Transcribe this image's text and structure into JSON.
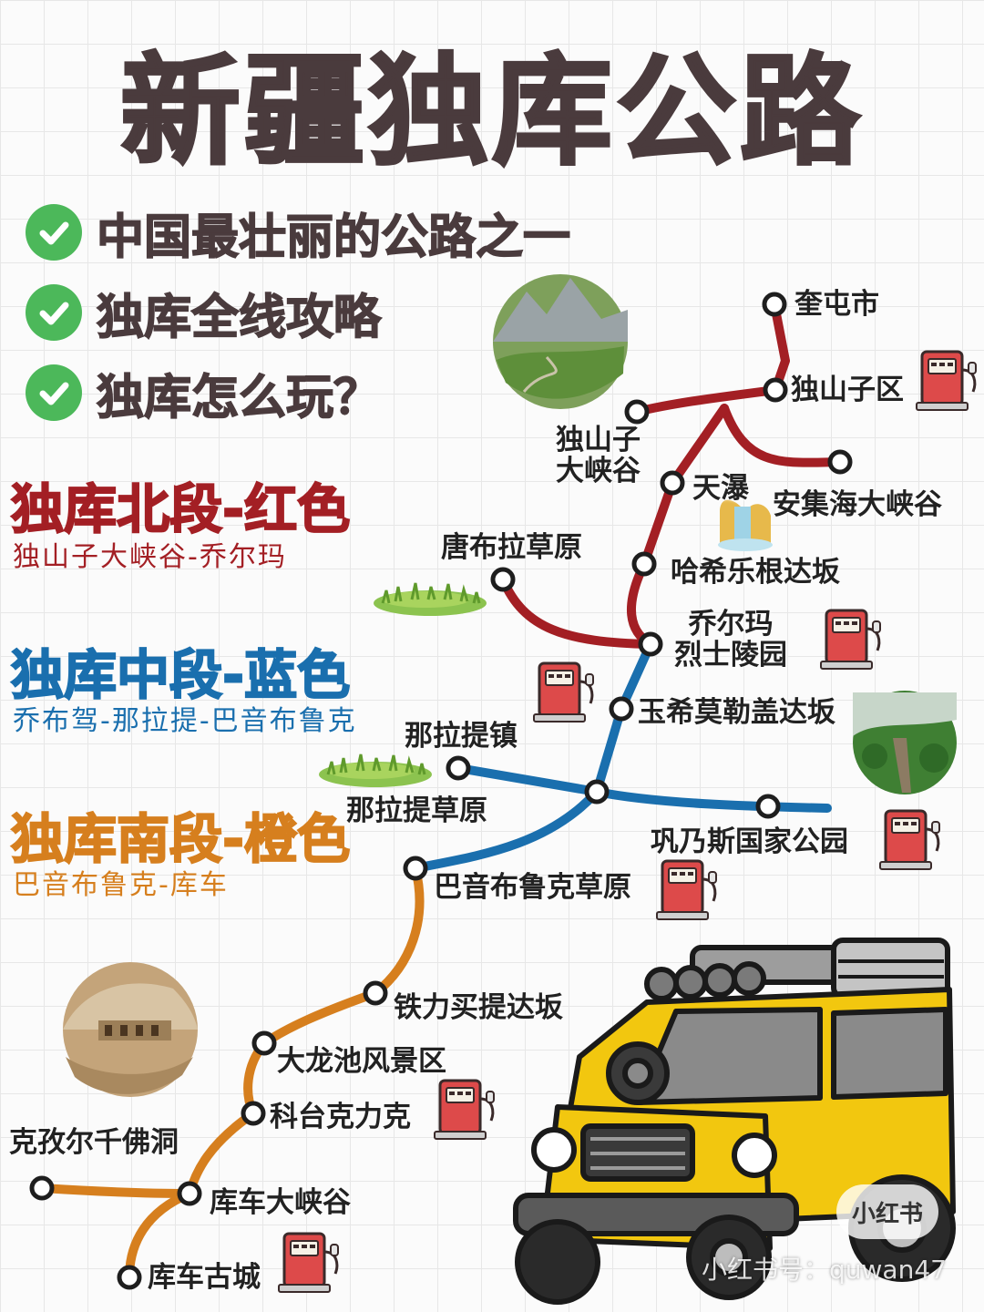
{
  "title": "新疆独库公路",
  "highlights": [
    {
      "icon": "check-icon",
      "text": "中国最壮丽的公路之一"
    },
    {
      "icon": "check-icon",
      "text": "独库全线攻略"
    },
    {
      "icon": "check-icon",
      "text": "独库怎么玩？"
    }
  ],
  "sections": {
    "north": {
      "title": "独库北段-红色",
      "subtitle": "独山子大峡谷-乔尔玛",
      "color": "#a31f24"
    },
    "middle": {
      "title": "独库中段-蓝色",
      "subtitle": "乔布驾-那拉提-巴音布鲁克",
      "color": "#1a6fae"
    },
    "south": {
      "title": "独库南段-橙色",
      "subtitle": "巴音布鲁克-库车",
      "color": "#d67f1e"
    }
  },
  "stops": {
    "kuitun": "奎屯市",
    "dushanzi_district": "独山子区",
    "dushanzi_canyon": "独山子\n大峡谷",
    "tianpu": "天瀑",
    "anjihai": "安集海大峡谷",
    "tangbula": "唐布拉草原",
    "haxile": "哈希乐根达坂",
    "qiaoerma": "乔尔玛\n烈士陵园",
    "yuximole": "玉希莫勒盖达坂",
    "nalati_town": "那拉提镇",
    "nalati_grassland": "那拉提草原",
    "gongnaisi": "巩乃斯国家公园",
    "bayinbuluke": "巴音布鲁克草原",
    "tielimaiti": "铁力买提达坂",
    "dalongchi": "大龙池风景区",
    "ketaikeli": "科台克力克",
    "kezier": "克孜尔千佛洞",
    "kuche_canyon": "库车大峡谷",
    "kuche_ancient": "库车古城"
  },
  "icons": [
    "gas-pump-icon",
    "mountain-photo",
    "grass-icon",
    "waterfall-icon",
    "forest-photo",
    "cave-photo",
    "jeep-illustration"
  ],
  "watermark": {
    "badge": "小红书",
    "account": "小红书号：quwan47"
  }
}
